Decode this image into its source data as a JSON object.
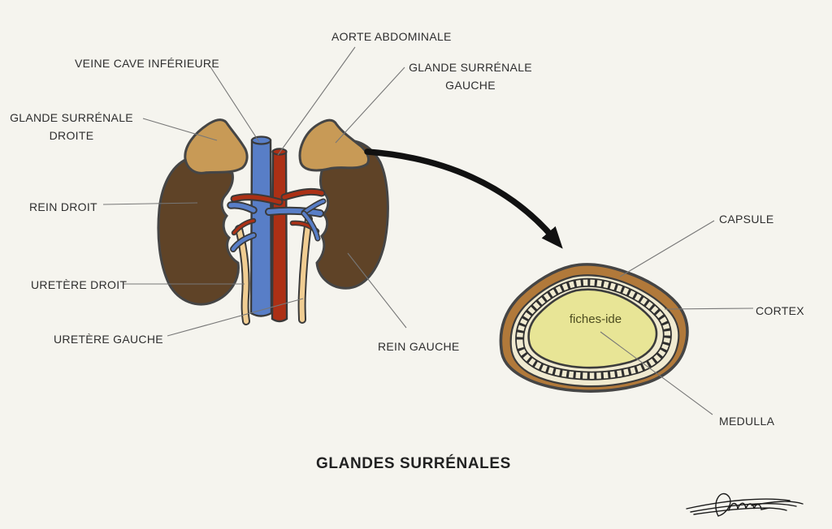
{
  "title": "GLANDES SURRÉNALES",
  "watermark": "fiches-ide",
  "labels": {
    "aorte_abdominale": "AORTE ABDOMINALE",
    "veine_cave_inferieure": "VEINE CAVE INFÉRIEURE",
    "glande_surrenale_gauche_line1": "GLANDE SURRÉNALE",
    "glande_surrenale_gauche_line2": "GAUCHE",
    "glande_surrenale_droite_line1": "GLANDE SURRÉNALE",
    "glande_surrenale_droite_line2": "DROITE",
    "rein_droit": "REIN DROIT",
    "uretere_droit": "URETÈRE DROIT",
    "uretere_gauche": "URETÈRE GAUCHE",
    "rein_gauche": "REIN GAUCHE",
    "capsule": "CAPSULE",
    "cortex": "CORTEX",
    "medulla": "MEDULLA"
  },
  "colors": {
    "background": "#f5f4ee",
    "outline": "#454545",
    "kidney": "#5f4327",
    "adrenal": "#c89a56",
    "vena_cava_blue": "#587ec7",
    "aorta_red": "#ac3015",
    "ureter": "#f0cd92",
    "capsule_brown": "#b1793a",
    "cortex_cream": "#f0ead0",
    "medulla_yellow": "#e8e596",
    "leader_line": "#777777",
    "arrow": "#111111",
    "watermark_text": "#4c4c20"
  }
}
